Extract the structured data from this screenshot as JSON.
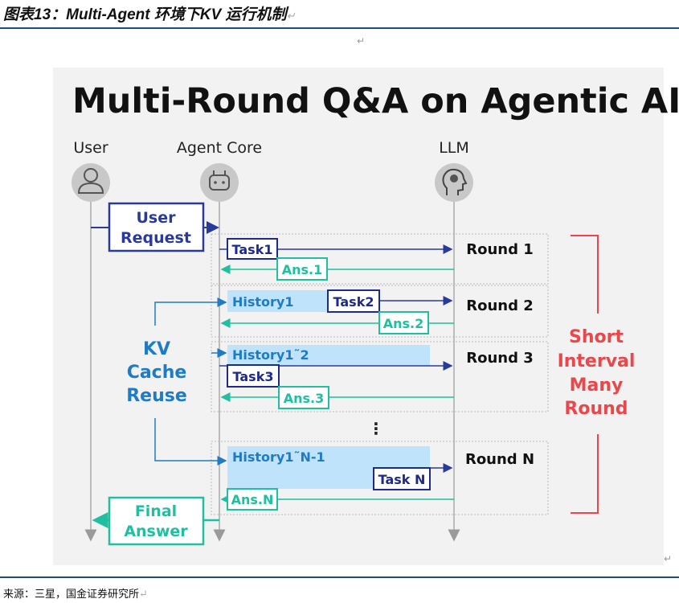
{
  "header": {
    "title": "图表13：Multi-Agent 环境下KV 运行机制"
  },
  "diagram": {
    "title": "Multi-Round Q&A on Agentic AI",
    "actors": {
      "user": "User",
      "agent": "Agent Core",
      "llm": "LLM"
    },
    "user_request": [
      "User",
      "Request"
    ],
    "final_answer": [
      "Final",
      "Answer"
    ],
    "kv_label": [
      "KV",
      "Cache",
      "Reuse"
    ],
    "side_label": [
      "Short",
      "Interval",
      "Many",
      "Round"
    ],
    "rounds": [
      {
        "label": "Round 1",
        "task": "Task1",
        "answer": "Ans.1",
        "history": ""
      },
      {
        "label": "Round 2",
        "task": "Task2",
        "answer": "Ans.2",
        "history": "History1"
      },
      {
        "label": "Round 3",
        "task": "Task3",
        "answer": "Ans.3",
        "history": "History1˜2"
      },
      {
        "label": "Round N",
        "task": "Task N",
        "answer": "Ans.N",
        "history": "History1˜N-1"
      }
    ],
    "ellipsis": "⋮",
    "colors": {
      "task": "#1f2a8a",
      "answer": "#1fbf9f",
      "history_fill": "#bfe3fb",
      "history_text": "#1f7bc4",
      "kv": "#1f7bc4",
      "side": "#e8474c",
      "bg": "#f2f2f2"
    }
  },
  "footer": {
    "source": "来源：三星，国金证券研究所"
  }
}
